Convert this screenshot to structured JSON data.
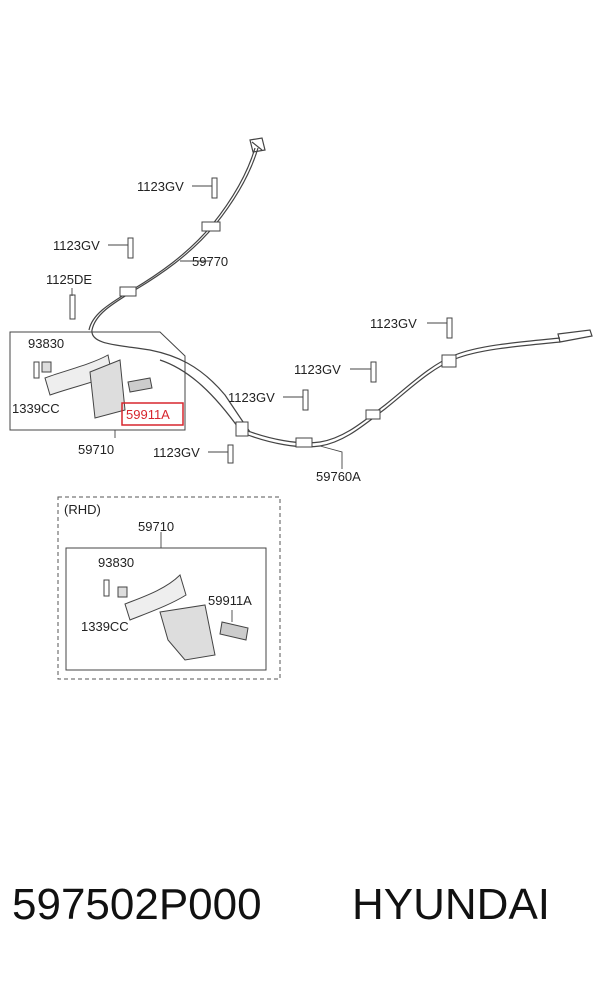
{
  "labels": {
    "bolt_top": "1123GV",
    "bolt_upper_left": "1123GV",
    "cable_front": "59770",
    "bolt_lever": "1125DE",
    "bushing_lh": "93830",
    "bolt_cc_lh": "1339CC",
    "switch_lh": "59911A",
    "lever_assy_lh": "59710",
    "bolt_bottom": "1123GV",
    "bolt_mid": "1123GV",
    "bolt_right_mid": "1123GV",
    "bolt_right_top": "1123GV",
    "cable_rear": "59760A",
    "rhd_tag": "(RHD)",
    "lever_assy_rh": "59710",
    "bushing_rh": "93830",
    "bolt_cc_rh": "1339CC",
    "switch_rh": "59911A"
  },
  "footer": {
    "part_number": "597502P000",
    "brand": "HYUNDAI"
  },
  "colors": {
    "highlight": "#d7262e",
    "line": "#444444"
  }
}
